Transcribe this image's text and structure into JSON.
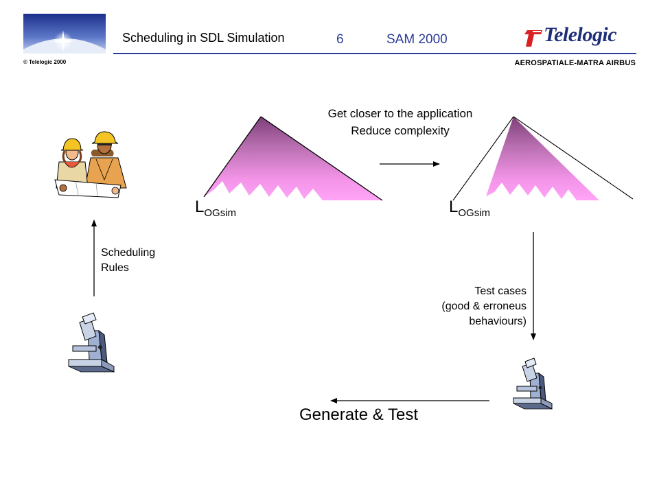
{
  "header": {
    "title": "Scheduling in SDL Simulation",
    "slide_number": "6",
    "conference": "SAM 2000",
    "copyright": "© Telelogic 2000",
    "organization": "AEROSPATIALE-MATRA  AIRBUS",
    "logo_text": "Telelogic",
    "accent_color": "#2a3b9a"
  },
  "diagram": {
    "goal_line1": "Get closer to the application",
    "goal_line2": "Reduce complexity",
    "left_model": {
      "letter": "L",
      "subscript": "OGsim"
    },
    "right_model": {
      "letter": "L",
      "subscript": "OGsim"
    },
    "scheduling_line1": "Scheduling",
    "scheduling_line2": "Rules",
    "tests_line1": "Test cases",
    "tests_line2": "(good & erroneus",
    "tests_line3": "behaviours)",
    "generate_label": "Generate & Test",
    "triangle_fill_top": "#8b4a86",
    "triangle_fill_bottom": "#ff9cf4"
  }
}
